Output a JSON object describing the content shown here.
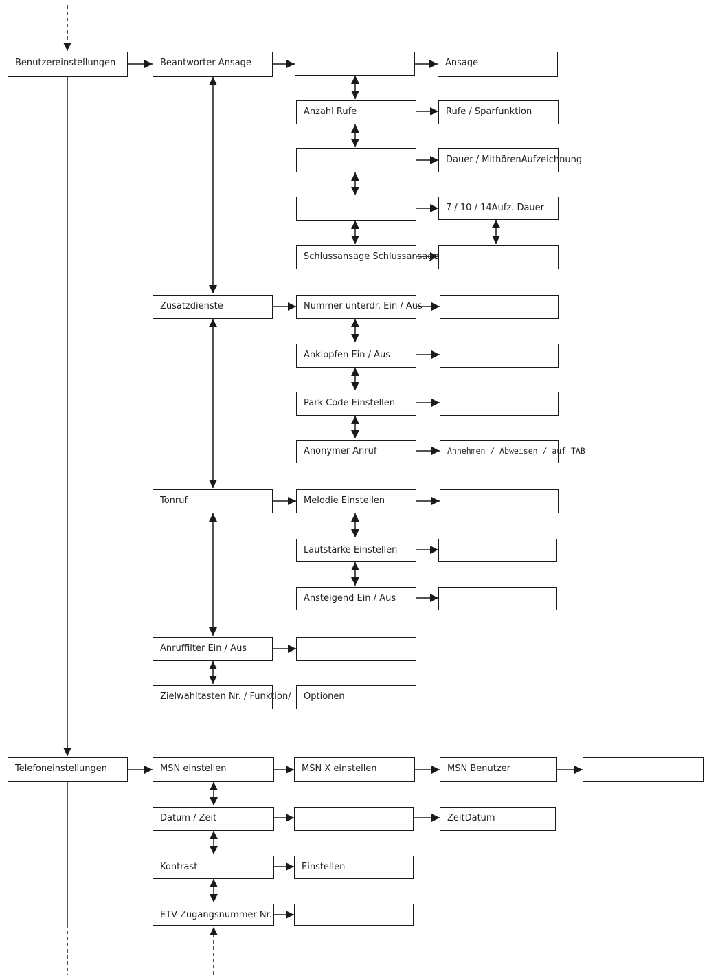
{
  "benutzer": {
    "title": "Benutzereinstellungen",
    "beantworter": {
      "label": "Beantworter Ansage",
      "ansage_opt": "Ansage",
      "anzahl_rufe": "Anzahl Rufe",
      "rufe_sparfunktion": "Rufe / Sparfunktion",
      "dauer_mithoeren": "Dauer / MithörenAufzeichnung",
      "aufz_dauer": "7 / 10 / 14Aufz. Dauer",
      "schlussansage": "Schlussansage Schlussansage"
    },
    "zusatzdienste": {
      "label": "Zusatzdienste",
      "nummer": "Nummer unterdr. Ein / Aus",
      "anklopfen": "Anklopfen Ein / Aus",
      "park_code": "Park Code Einstellen",
      "anonymer_anruf": "Anonymer Anruf",
      "anonym_optionen": "Annehmen / Abweisen / auf TAB"
    },
    "tonruf": {
      "label": "Tonruf",
      "melodie": "Melodie Einstellen",
      "lautstaerke": "Lautstärke Einstellen",
      "ansteigend": "Ansteigend Ein / Aus"
    },
    "anruffilter": "Anruffilter Ein / Aus",
    "zielwahl": "Zielwahltasten Nr. / Funktion/",
    "zielwahl_optionen": "Optionen"
  },
  "telefon": {
    "title": "Telefoneinstellungen",
    "msn": "MSN einstellen",
    "msn_x": "MSN X einstellen",
    "msn_benutzer": "MSN Benutzer",
    "datum_zeit": "Datum / Zeit",
    "zeit_datum": "ZeitDatum",
    "kontrast": "Kontrast",
    "einstellen": "Einstellen",
    "etv": "ETV-Zugangsnummer Nr."
  },
  "colors": {
    "line": "#1a1a1a",
    "text": "#222222",
    "box_fill": "#ffffff"
  }
}
